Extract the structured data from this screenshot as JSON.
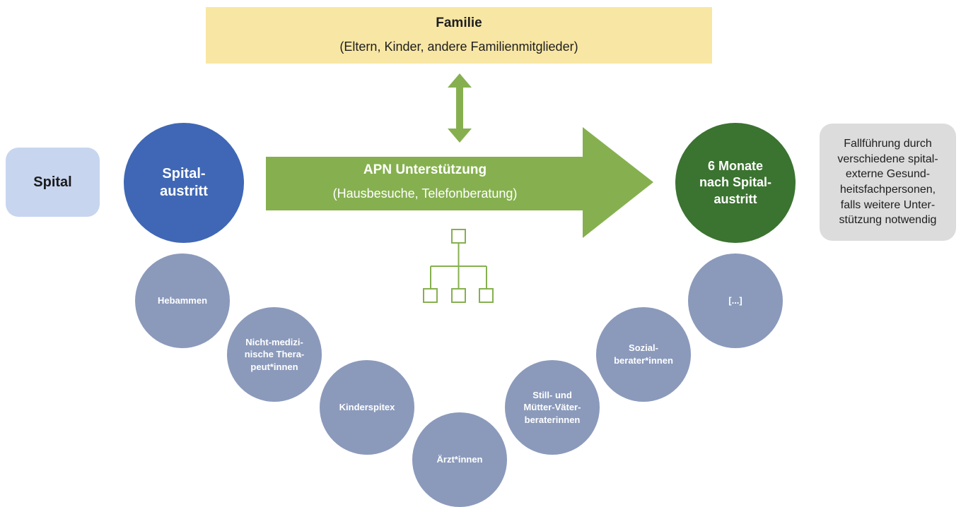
{
  "family": {
    "title": "Familie",
    "subtitle": "(Eltern, Kinder, andere Familienmitglieder)"
  },
  "spital": "Spital",
  "austritt": "Spital-\naustritt",
  "apn": {
    "title": "APN Unterstützung",
    "subtitle": "(Hausbesuche, Telefonberatung)"
  },
  "six_months": "6 Monate\nnach Spital-\naustritt",
  "case_management": "Fallführung durch\nverschiedene spital-\nexterne Gesund-\nheitsfachpersonen,\nfalls weitere Unter-\nstützung notwendig",
  "professionals": [
    "Hebammen",
    "Nicht-medizi-\nnische Thera-\npeut*innen",
    "Kinderspitex",
    "Ärzt*innen",
    "Still- und\nMütter-Väter-\nberaterinnen",
    "Sozial-\nberater*innen",
    "[...]"
  ],
  "colors": {
    "family_bg": "#f8e7a4",
    "spital_bg": "#c7d5ef",
    "austritt_bg": "#3f67b5",
    "arrow_green": "#86b04f",
    "six_months_bg": "#3b7330",
    "case_bg": "#dcdcdc",
    "professional_bg": "#8b9abb"
  },
  "icons": {
    "connector": "double-arrow-vertical-icon",
    "hierarchy": "org-chart-icon"
  }
}
